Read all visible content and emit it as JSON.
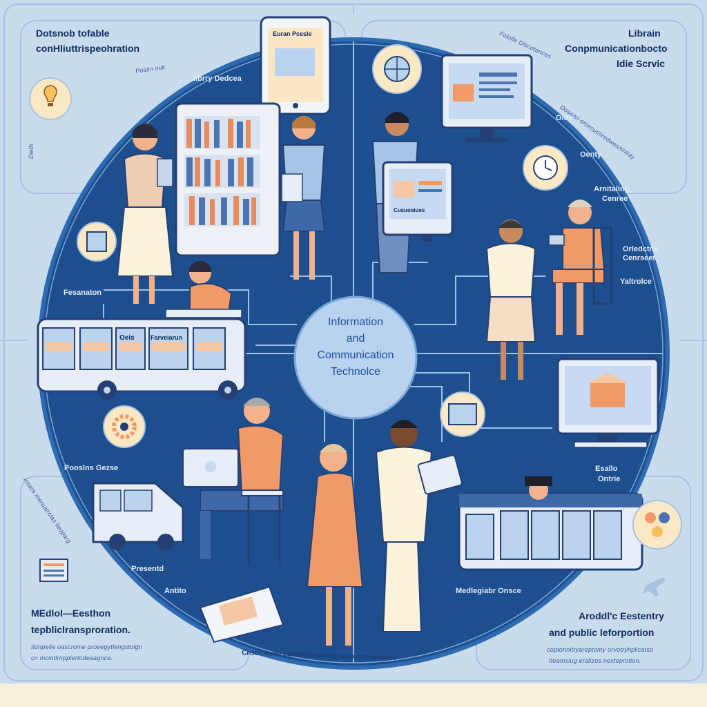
{
  "center": {
    "line1": "Information",
    "line2": "and",
    "line3": "Communication",
    "line4": "Technolce"
  },
  "corners": {
    "top_left": {
      "line1": "Dotsnob tofable",
      "line2": "conHliuttrispeohration",
      "sub": "Posiin ouk"
    },
    "top_right": {
      "line1": "Librain",
      "line2": "Conpmunicationbocto",
      "line3": "Idie Scrvic",
      "sub": "Fololle Dlscetances"
    },
    "top_right_diag": "Dosenri omesuctiredwesnintiay",
    "bottom_left": {
      "line1": "MEdlol—Eesthon",
      "line2": "tepbliclransproration.",
      "sub1": "Ilunpelie oascrome provegytlengstolgn",
      "sub2": "cn mcmtlrnpplertcdeeagnce.",
      "diag": "Intaos meruatrclas liesparg"
    },
    "bottom_right": {
      "line1": "Aroddl'c Eestentry",
      "line2": "and public leforportion",
      "sub1": "coptonnitryareptomy orvotryhplicatso",
      "sub2": "Iteamsiug eralizos nexteprotion."
    },
    "left_edge": "Dielh"
  },
  "labels": {
    "library_device": "Iibrry Dedcea",
    "tablet_title": "Euran Pcesle",
    "reservation": "Fesanaton",
    "posrina_geza": "Pooslns Gezse",
    "presentd": "Presentd",
    "anitio": "Antito",
    "bottom_caption": "Cnstlloiteoe panlneclorasitng uslie conmnotics",
    "mediograr_onser": "Medlegiabr Onsce",
    "osdy": "Oldy",
    "oenty": "Oenty",
    "arntaling": "Arnitaling",
    "arntaling2": "Cenree",
    "orledcte": "Orledctne",
    "orledcte2": "Cenrseet",
    "yaltrolce": "Yaltrolce",
    "esalle": "Esallo",
    "esalle2": "Ontrie",
    "bus_tab1": "Oeis",
    "bus_tab2": "Farveiarun",
    "screen_caption": "Cusuoaiues"
  },
  "colors": {
    "circle": "#1d4f8f",
    "accent_orange": "#f19a68",
    "outline": "#243f73",
    "panel_bg": "#c9dcee"
  },
  "icons": [
    "lightbulb-icon",
    "puzzle-icon",
    "gear-icon",
    "clock-icon",
    "globe-icon",
    "people-icon",
    "plane-icon"
  ]
}
